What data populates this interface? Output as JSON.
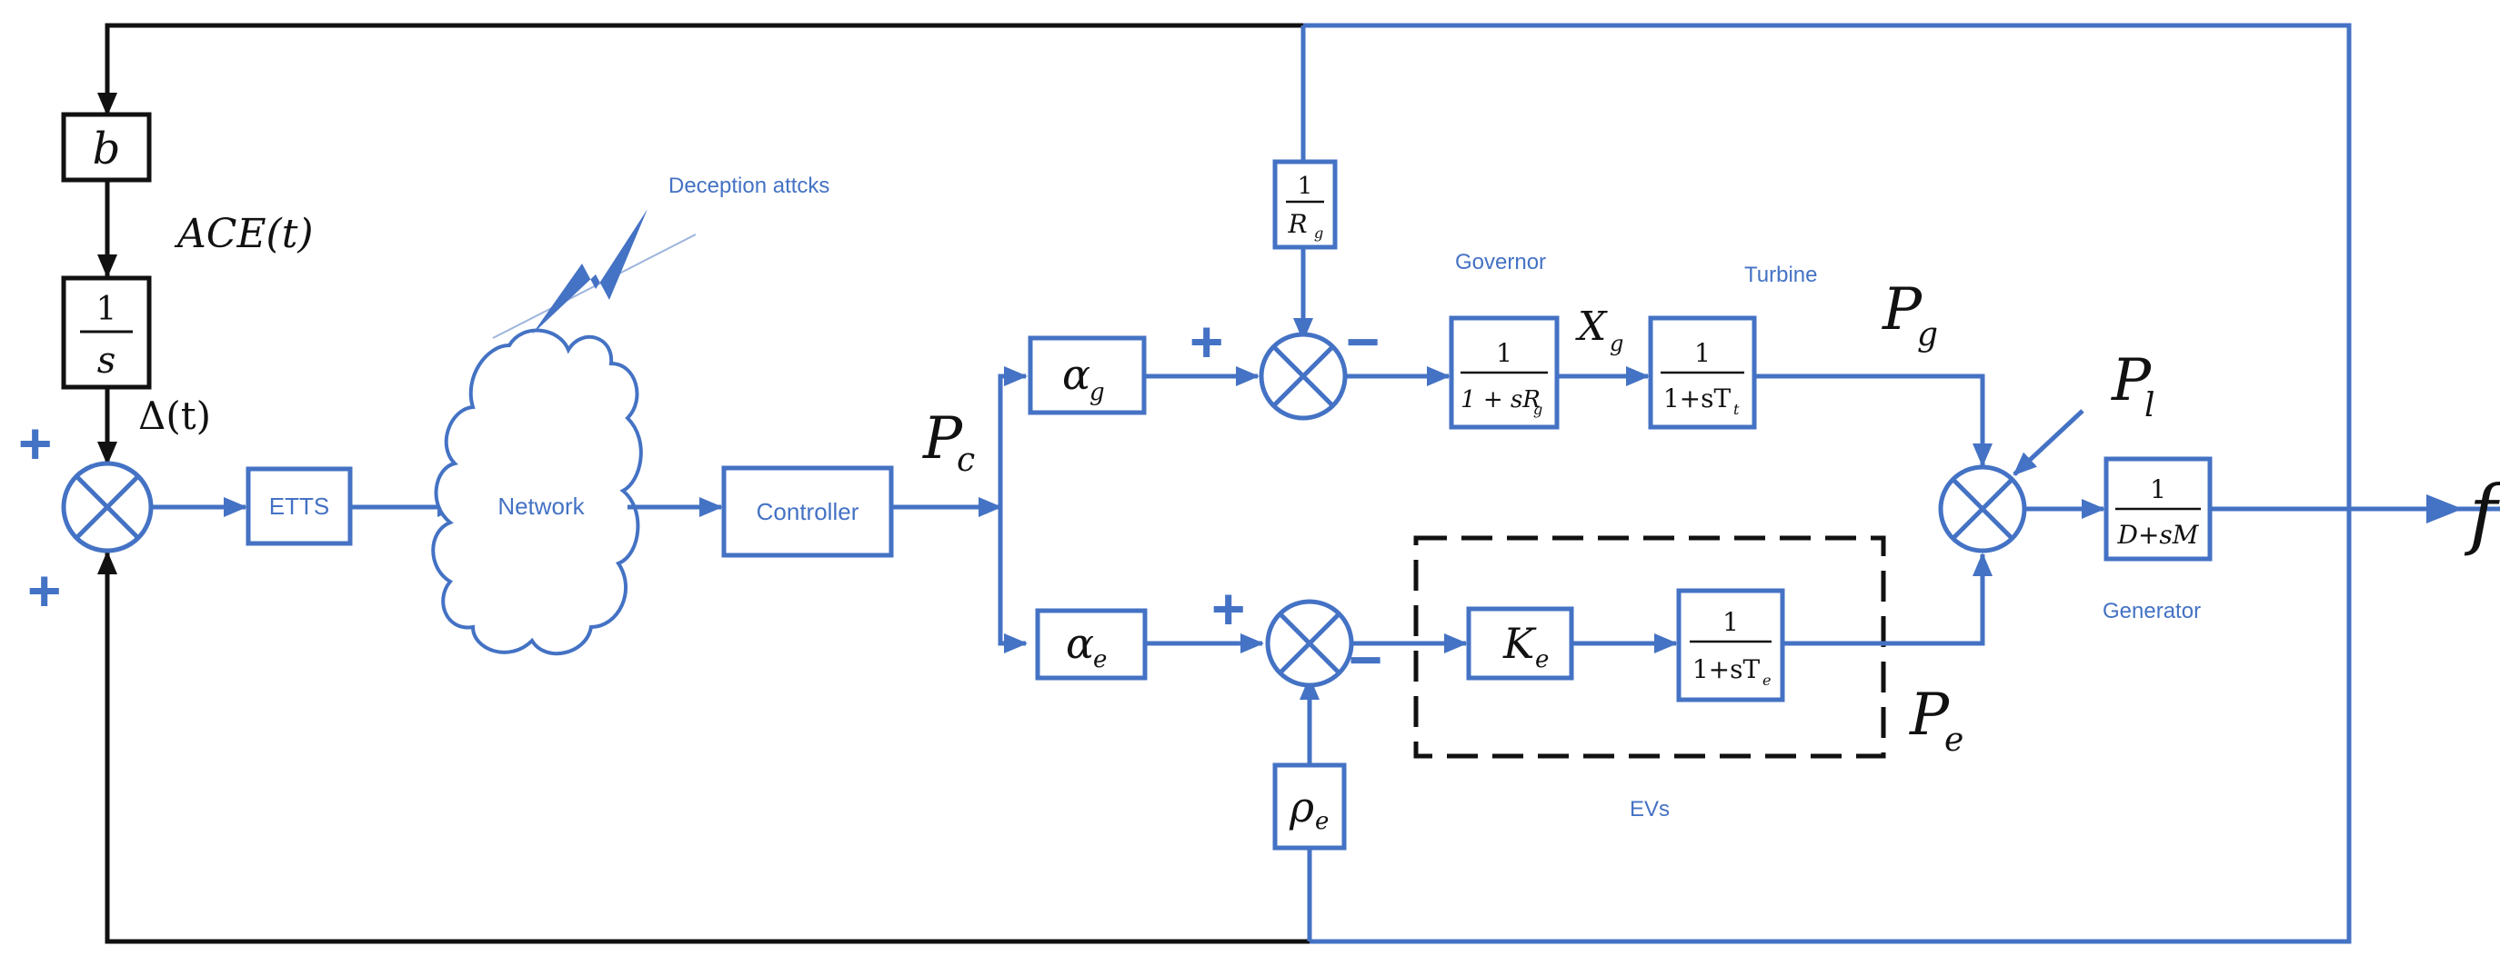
{
  "colors": {
    "signal": "#4472C4",
    "feedback": "#111111",
    "background": "#ffffff"
  },
  "labels": {
    "etts": "ETTS",
    "network": "Network",
    "controller": "Controller",
    "deception": "Deception attcks",
    "governor": "Governor",
    "turbine": "Turbine",
    "generator": "Generator",
    "evs": "EVs"
  },
  "math": {
    "b": "b",
    "ace": "ACE(t)",
    "integrator_num": "1",
    "integrator_den": "s",
    "delta": "Δ(t)",
    "pc": "P",
    "pc_sub": "c",
    "alpha": "α",
    "alpha_g_sub": "g",
    "alpha_e_sub": "e",
    "rg_num": "1",
    "rg_den": "R",
    "rg_den_sub": "g",
    "gov_num": "1",
    "gov_den": "1 + sR",
    "gov_den_sub": "g",
    "xg": "X",
    "xg_sub": "g",
    "tur_num": "1",
    "tur_den": "1+sT",
    "tur_den_sub": "t",
    "pg": "P",
    "pg_sub": "g",
    "pl": "P",
    "pl_sub": "l",
    "gen_num": "1",
    "gen_den": "D+sM",
    "f": "f",
    "ke": "K",
    "ke_sub": "e",
    "ev_num": "1",
    "ev_den": "1+sT",
    "ev_den_sub": "e",
    "pe": "P",
    "pe_sub": "e",
    "rho": "ρ",
    "rho_sub": "e"
  },
  "signs": {
    "plus": "+",
    "minus": "−"
  },
  "icons": {
    "network": "cloud-icon",
    "attack": "lightning-icon",
    "summing": "summing-junction-icon"
  }
}
